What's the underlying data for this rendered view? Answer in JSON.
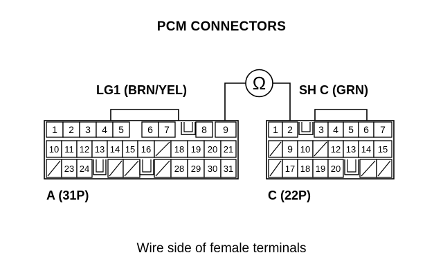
{
  "title": "PCM CONNECTORS",
  "meter_symbol": "Ω",
  "wire_a": "LG1 (BRN/YEL)",
  "wire_c": "SH C (GRN)",
  "connector_a": {
    "label": "A (31P)",
    "row1": [
      "1",
      "2",
      "3",
      "4",
      "5",
      "6",
      "7",
      "8",
      "9"
    ],
    "row2": [
      "10",
      "11",
      "12",
      "13",
      "14",
      "15",
      "16",
      "",
      "18",
      "19",
      "20",
      "21"
    ],
    "row3": [
      "",
      "23",
      "24",
      "",
      "",
      "",
      "",
      "",
      "",
      "28",
      "29",
      "30",
      "31"
    ]
  },
  "connector_c": {
    "label": "C (22P)",
    "row1": [
      "1",
      "2",
      "3",
      "4",
      "5",
      "6",
      "7"
    ],
    "row2": [
      "",
      "9",
      "10",
      "",
      "12",
      "13",
      "14",
      "15"
    ],
    "row3": [
      "",
      "17",
      "18",
      "19",
      "20",
      "",
      ""
    ]
  },
  "footnote": "Wire side of female terminals"
}
